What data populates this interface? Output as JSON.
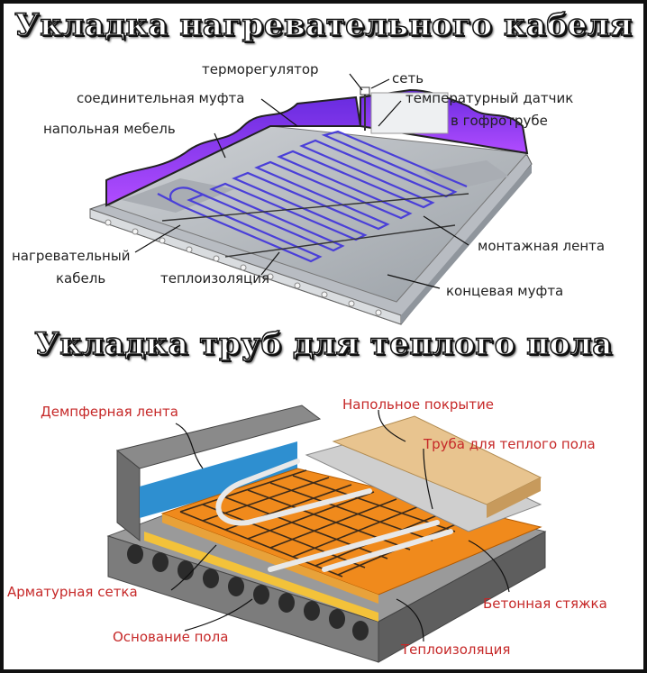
{
  "top": {
    "title": "Укладка нагревательного кабеля",
    "labels": {
      "thermostat": "терморегулятор",
      "network": "сеть",
      "connector": "соединительная муфта",
      "sensor_line1": "температурный датчик",
      "sensor_line2": "в гофротрубе",
      "furniture": "напольная мебель",
      "cable_line1": "нагревательный",
      "cable_line2": "кабель",
      "insulation": "теплоизоляция",
      "tape": "монтажная лента",
      "end_sleeve": "концевая муфта"
    }
  },
  "bottom": {
    "title": "Укладка труб для теплого пола",
    "labels": {
      "damper": "Демпферная лента",
      "floor_cover": "Напольное покрытие",
      "pipe": "Труба для теплого пола",
      "mesh": "Арматурная сетка",
      "screed": "Бетонная стяжка",
      "base": "Основание пола",
      "insulation": "Теплоизоляция"
    }
  },
  "colors": {
    "cable": "#4a3fd8",
    "wall_purple": "#8a2be2",
    "label_red": "#c62828",
    "insulation_orange": "#f08a1c",
    "wood": "#e8c48f",
    "concrete": "#8c8c8c",
    "damper_blue": "#2e8fd0"
  }
}
